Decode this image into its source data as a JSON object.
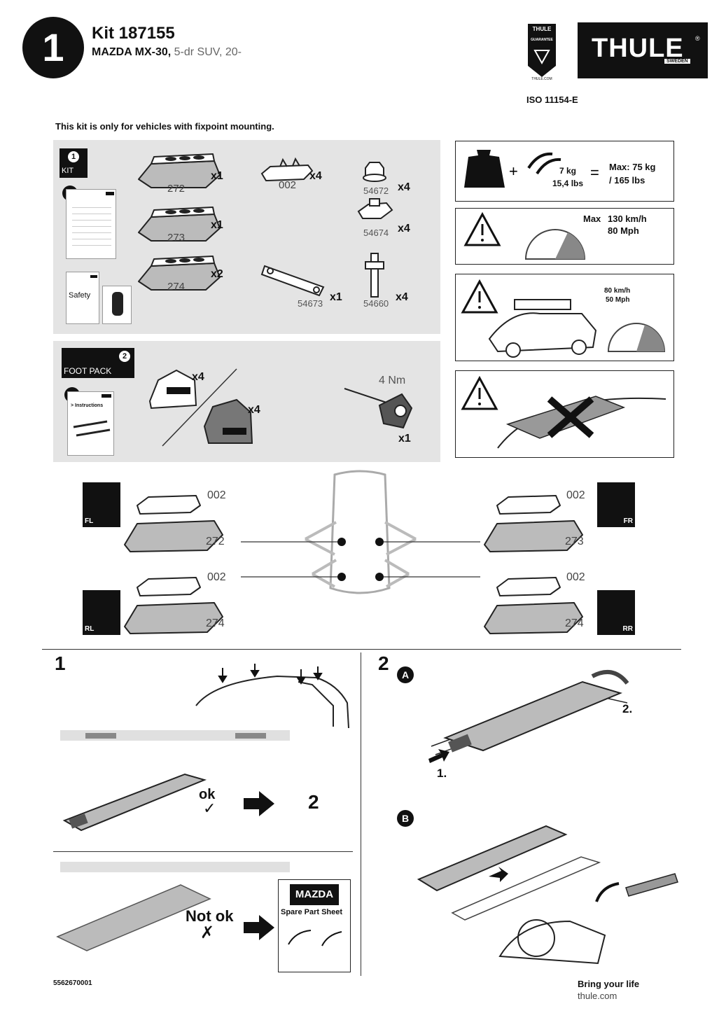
{
  "header": {
    "page_number": "1",
    "kit_title": "Kit 187155",
    "vehicle_model": "MAZDA MX-30,",
    "vehicle_detail": "5-dr SUV, 20-",
    "guarantee_logo_top": "THULE",
    "guarantee_logo_mid": "GUARANTEE",
    "guarantee_logo_bottom": "THULE.COM",
    "brand_logo": "THULE",
    "brand_sub": "SWEDEN",
    "iso": "ISO 11154-E"
  },
  "fixpoint_note": "This kit is only for vehicles with fixpoint mounting.",
  "kit_panel": {
    "badge_number": "1",
    "badge_label": "KIT",
    "booklet_number": "1",
    "safety_label": "Safety",
    "parts": [
      {
        "code": "272",
        "qty": "x1"
      },
      {
        "code": "273",
        "qty": "x1"
      },
      {
        "code": "274",
        "qty": "x2"
      },
      {
        "code": "002",
        "qty": "x4"
      },
      {
        "code": "54672",
        "qty": "x4"
      },
      {
        "code": "54674",
        "qty": "x4"
      },
      {
        "code": "54673",
        "qty": "x1"
      },
      {
        "code": "54660",
        "qty": "x4"
      }
    ]
  },
  "foot_panel": {
    "badge_number": "2",
    "badge_label": "FOOT PACK",
    "booklet_number": "2",
    "booklet_label": "> Instructions",
    "foot_a_qty": "x4",
    "foot_b_qty": "x4",
    "torque": "4 Nm",
    "tool_qty": "x1"
  },
  "warnings": {
    "load_weight": "7 kg",
    "load_weight_lbs": "15,4 lbs",
    "load_max": "Max: 75 kg",
    "load_max_lbs": "/ 165 lbs",
    "speed_max": "Max",
    "speed_kmh": "130 km/h",
    "speed_mph": "80 Mph",
    "load_speed_kmh": "80 km/h",
    "load_speed_mph": "50 Mph"
  },
  "placement": {
    "fl": {
      "tile": "FL",
      "top": "002",
      "bottom": "272"
    },
    "fr": {
      "tile": "FR",
      "top": "002",
      "bottom": "273"
    },
    "rl": {
      "tile": "RL",
      "top": "002",
      "bottom": "274"
    },
    "rr": {
      "tile": "RR",
      "top": "002",
      "bottom": "274"
    }
  },
  "step1": {
    "number": "1",
    "ok": "ok",
    "next_step": "2",
    "not_ok": "Not ok",
    "mazda_label": "MAZDA",
    "spare_part_sheet": "Spare Part Sheet"
  },
  "step2": {
    "number": "2",
    "sub_a": "A",
    "sub_b": "B",
    "action_1": "1.",
    "action_2": "2."
  },
  "footer": {
    "doc_number": "5562670001",
    "slogan": "Bring your life",
    "url": "thule.com"
  }
}
